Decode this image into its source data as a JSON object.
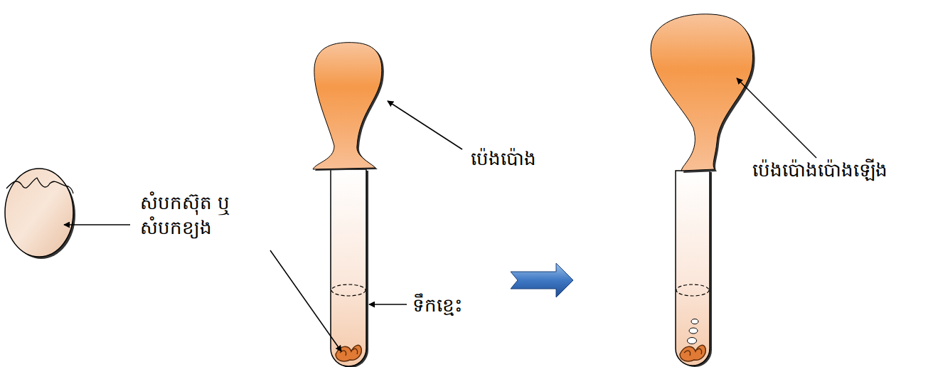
{
  "diagram": {
    "labels": [
      "សំបកស៊ុត ឬ សំបកខ្យង",
      "ប៉េងប៉ោង",
      "ទឹកខ្មេះ",
      "ប៉េងប៉ោងប៉ោងឡើង"
    ]
  }
}
